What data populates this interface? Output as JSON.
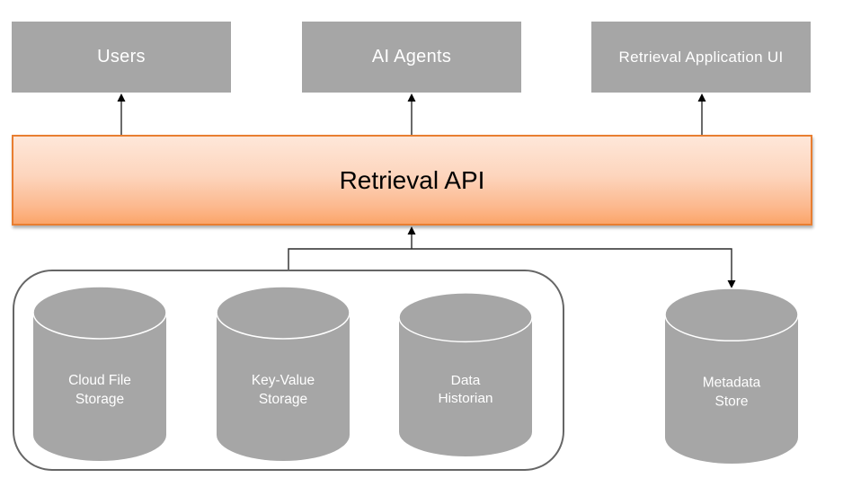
{
  "top_boxes": [
    {
      "label": "Users"
    },
    {
      "label": "AI Agents"
    },
    {
      "label": "Retrieval Application UI"
    }
  ],
  "api_bar": {
    "label": "Retrieval API"
  },
  "storage_group": {
    "cylinders": [
      {
        "line1": "Cloud File",
        "line2": "Storage"
      },
      {
        "line1": "Key-Value",
        "line2": "Storage"
      },
      {
        "line1": "Data",
        "line2": "Historian"
      }
    ]
  },
  "metadata_store": {
    "line1": "Metadata",
    "line2": "Store"
  },
  "connections": [
    {
      "from": "retrieval-api-bar",
      "to": "users-box",
      "arrow": "into-box"
    },
    {
      "from": "retrieval-api-bar",
      "to": "ai-agents-box",
      "arrow": "into-box"
    },
    {
      "from": "retrieval-api-bar",
      "to": "retrieval-application-ui-box",
      "arrow": "into-box"
    },
    {
      "from": "storage-group-container",
      "to": "retrieval-api-bar",
      "arrow": "into-api"
    },
    {
      "from": "retrieval-api-bar",
      "to": "metadata-store-cylinder",
      "arrow": "into-cylinder"
    }
  ],
  "colors": {
    "box_gray": "#a6a6a6",
    "cylinder_gray": "#a6a6a6",
    "api_border_orange": "#e87e31",
    "api_gradient_top": "#fee7d9",
    "api_gradient_bottom": "#fba569",
    "container_border_gray": "#666666",
    "connector_line": "#2b2b2b",
    "arrowhead_black": "#000000",
    "text_on_gray": "#ffffff",
    "text_on_api": "#000000",
    "background": "#ffffff"
  }
}
